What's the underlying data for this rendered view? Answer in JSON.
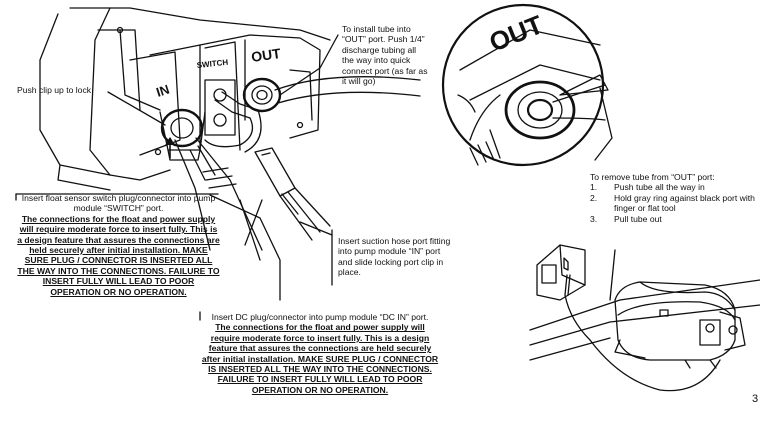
{
  "labels": {
    "push_clip": "Push clip up to lock",
    "install_out": "To install tube into “OUT” port. Push 1/4” discharge tubing all the way into quick connect port (as far as it will go)",
    "remove_out": {
      "title": "To remove tube from “OUT” port:",
      "steps": [
        {
          "num": "1.",
          "text": "Push tube all the way in"
        },
        {
          "num": "2.",
          "text": "Hold gray ring against black port with finger or flat  tool"
        },
        {
          "num": "3.",
          "text": "Pull tube out"
        }
      ]
    },
    "float_switch": {
      "intro": "Insert float sensor switch plug/connector into pump module “SWITCH” port.",
      "warning": "The connections for the float and power supply will require moderate force to insert fully.  This is a design feature that assures the connections are held securely after initial installation.  MAKE SURE PLUG / CONNECTOR IS INSERTED ALL THE WAY INTO THE CONNECTIONS.  FAILURE TO INSERT FULLY WILL LEAD TO POOR OPERATION OR NO OPERATION."
    },
    "suction_hose": "Insert suction hose port fitting into pump module “IN” port and slide locking port clip in place.",
    "dc_plug": {
      "intro": "Insert DC plug/connector into pump module “DC IN” port.",
      "warning": "The connections for the float and power supply will require moderate force to insert fully.  This is a design feature that assures the connections are held securely after initial installation.  MAKE SURE PLUG / CONNECTOR IS INSERTED ALL THE WAY INTO THE CONNECTIONS.  FAILURE TO INSERT FULLY WILL LEAD TO POOR OPERATION OR NO OPERATION."
    }
  },
  "device_text": {
    "in": "IN",
    "out": "OUT",
    "switch": "SWITCH",
    "out_zoom": "OUT"
  },
  "page_number": "3"
}
